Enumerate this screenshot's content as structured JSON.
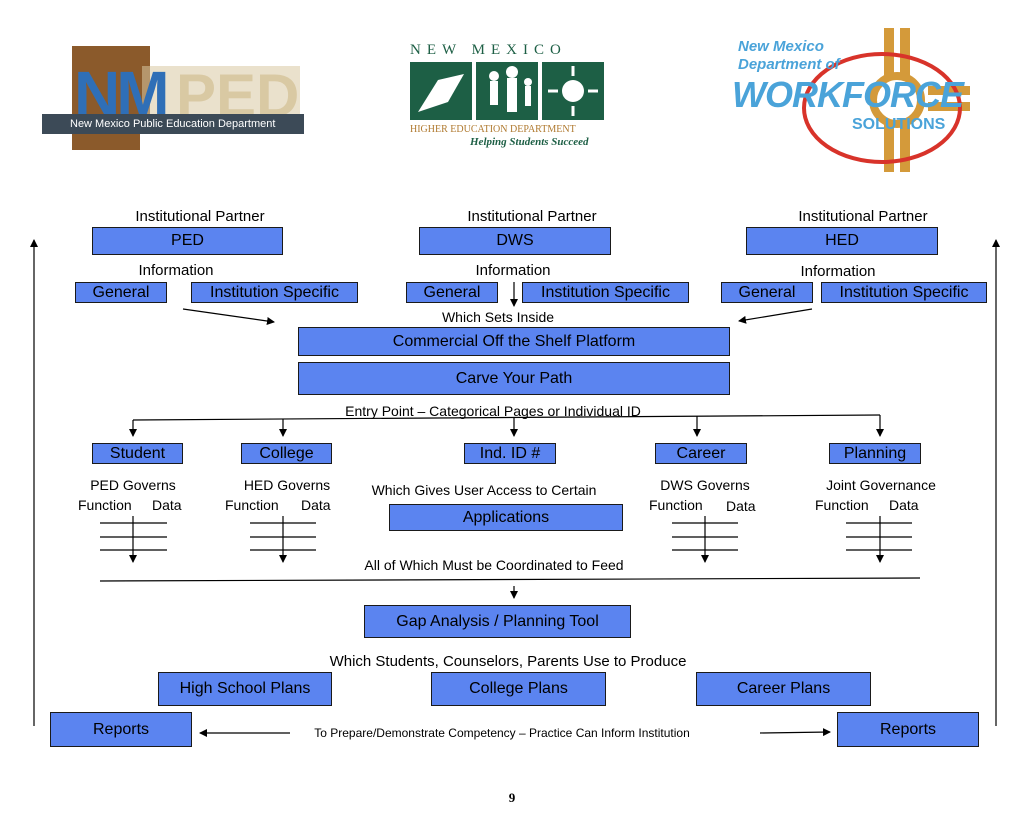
{
  "logos": {
    "ped": {
      "big": "NMPED",
      "sub": "New Mexico Public Education Department"
    },
    "hed": {
      "top": "NEW  MEXICO",
      "line1": "HIGHER EDUCATION DEPARTMENT",
      "line2": "Helping Students Succeed"
    },
    "dws": {
      "line1": "New Mexico",
      "line2": "Department of",
      "line3": "WORKFORCE",
      "line4": "SOLUTIONS"
    }
  },
  "partners": [
    {
      "heading": "Institutional Partner",
      "name": "PED"
    },
    {
      "heading": "Institutional Partner",
      "name": "DWS"
    },
    {
      "heading": "Institutional Partner",
      "name": "HED"
    }
  ],
  "information": {
    "label": "Information",
    "general": "General",
    "specific": "Institution Specific"
  },
  "which_sets_inside": "Which Sets Inside",
  "cots": "Commercial Off the Shelf Platform",
  "carve": "Carve Your Path",
  "entry_point": "Entry Point – Categorical Pages or Individual ID",
  "categories": [
    {
      "name": "Student",
      "gov": "PED Governs"
    },
    {
      "name": "College",
      "gov": "HED Governs"
    },
    {
      "name": "Ind. ID #",
      "gov": "Which Gives User Access to Certain"
    },
    {
      "name": "Career",
      "gov": "DWS Governs"
    },
    {
      "name": "Planning",
      "gov": "Joint Governance"
    }
  ],
  "function_label": "Function",
  "data_label": "Data",
  "applications": "Applications",
  "coordinated": "All of Which Must be Coordinated to Feed",
  "gap_tool": "Gap Analysis / Planning Tool",
  "produce": "Which Students, Counselors, Parents Use to Produce",
  "plans": [
    "High School Plans",
    "College Plans",
    "Career Plans"
  ],
  "reports": "Reports",
  "prepare": "To Prepare/Demonstrate Competency – Practice Can Inform Institution",
  "page_number": "9",
  "colors": {
    "box": "#5b84f0",
    "ped_brown": "#8b5a2b",
    "ped_blue": "#2f6fb7",
    "hed_green": "#1d5f45",
    "dws_blue": "#4aa3d9",
    "dws_red": "#d8332a",
    "dws_gold": "#d49a3a"
  }
}
